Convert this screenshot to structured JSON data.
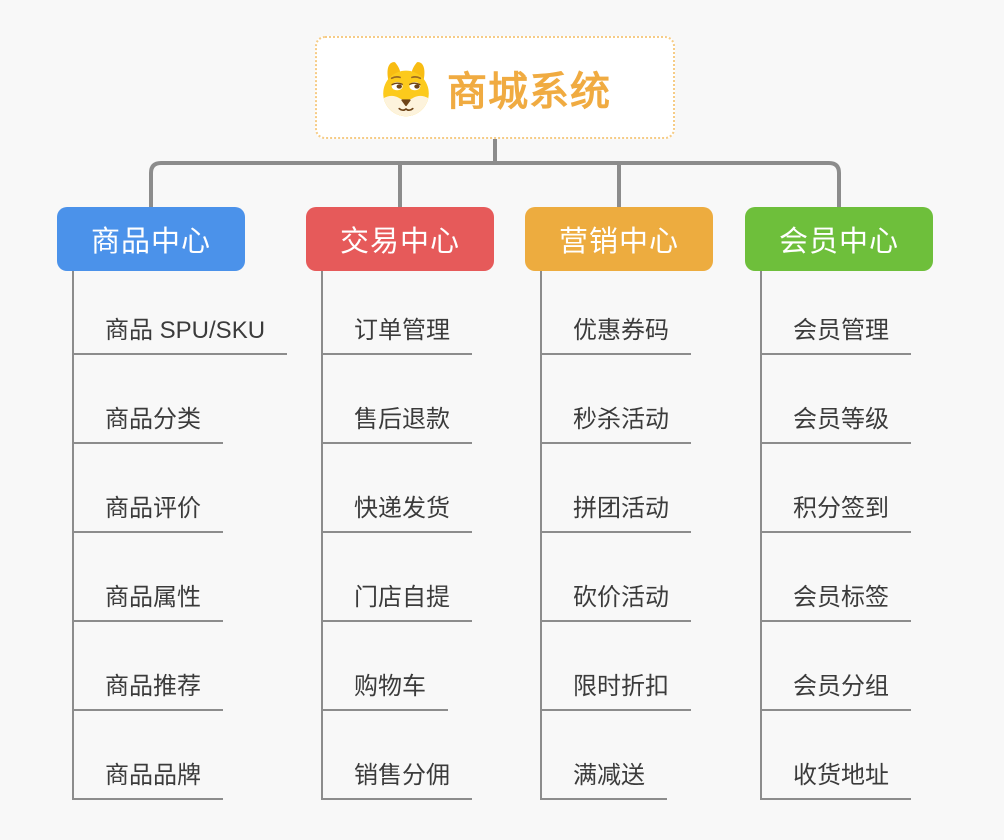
{
  "root": {
    "title": "商城系统",
    "icon": "shiba-dog-icon",
    "title_color": "#f0ab41",
    "border_color": "#f6cc86"
  },
  "connector_color": "#8c8c8c",
  "branches": [
    {
      "label": "商品中心",
      "color": "#4b92ea",
      "items": [
        "商品 SPU/SKU",
        "商品分类",
        "商品评价",
        "商品属性",
        "商品推荐",
        "商品品牌"
      ]
    },
    {
      "label": "交易中心",
      "color": "#e65a5a",
      "items": [
        "订单管理",
        "售后退款",
        "快递发货",
        "门店自提",
        "购物车",
        "销售分佣"
      ]
    },
    {
      "label": "营销中心",
      "color": "#edac3f",
      "items": [
        "优惠券码",
        "秒杀活动",
        "拼团活动",
        "砍价活动",
        "限时折扣",
        "满减送"
      ]
    },
    {
      "label": "会员中心",
      "color": "#6ebf3b",
      "items": [
        "会员管理",
        "会员等级",
        "积分签到",
        "会员标签",
        "会员分组",
        "收货地址"
      ]
    }
  ]
}
